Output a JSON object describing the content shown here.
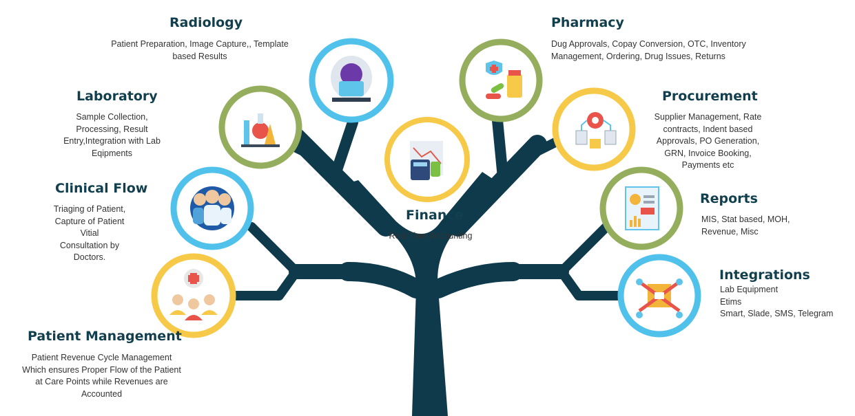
{
  "center": {
    "title": "Finance",
    "desc": "Real Time Accounting"
  },
  "left_nodes": [
    {
      "title": "Radiology",
      "desc": "Patient Preparation, Image Capture,, Template\nbased Results",
      "icon": "mri-scanner-icon",
      "ring_color": "#4fc1ea"
    },
    {
      "title": "Laboratory",
      "desc": "Sample Collection,\nProcessing, Result\nEntry,Integration with Lab\nEqipments",
      "icon": "lab-flasks-icon",
      "ring_color": "#94ae5d"
    },
    {
      "title": "Clinical Flow",
      "desc": "Triaging of Patient,\nCapture of Patient\nVitial\nConsultation by\nDoctors.",
      "icon": "medical-staff-icon",
      "ring_color": "#4fc1ea"
    },
    {
      "title": "Patient Management",
      "desc": "Patient Revenue Cycle Management\nWhich ensures Proper Flow of the Patient\nat Care Points while Revenues are\nAccounted",
      "icon": "patients-group-icon",
      "ring_color": "#f7c948"
    }
  ],
  "right_nodes": [
    {
      "title": "Pharmacy",
      "desc": "Dug Approvals, Copay Conversion, OTC, Inventory\nManagement, Ordering, Drug Issues, Returns",
      "icon": "medicine-pills-icon",
      "ring_color": "#94ae5d"
    },
    {
      "title": "Procurement",
      "desc": "Supplier Management, Rate\ncontracts, Indent based\nApprovals, PO Generation,\nGRN, Invoice Booking,\nPayments etc",
      "icon": "procurement-gear-icon",
      "ring_color": "#f7c948"
    },
    {
      "title": "Reports",
      "desc": "MIS, Stat based, MOH,\nRevenue, Misc",
      "icon": "report-document-icon",
      "ring_color": "#94ae5d"
    },
    {
      "title": "Integrations",
      "desc": "Lab Equipment\nEtims\nSmart, Slade, SMS, Telegram",
      "icon": "integration-arrows-icon",
      "ring_color": "#4fc1ea"
    }
  ],
  "colors": {
    "trunk": "#0e3a4c",
    "title": "#123f4e",
    "ring_blue": "#4fc1ea",
    "ring_green": "#94ae5d",
    "ring_yellow": "#f7c948",
    "center_ring": "#f7c948"
  }
}
